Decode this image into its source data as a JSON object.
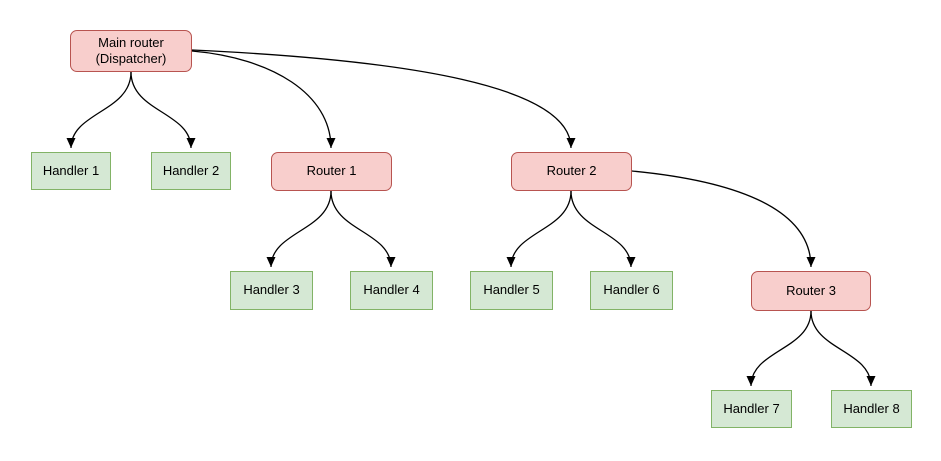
{
  "diagram": {
    "nodes": {
      "main": {
        "line1": "Main router",
        "line2": "(Dispatcher)",
        "kind": "router"
      },
      "router1": {
        "label": "Router 1",
        "kind": "router"
      },
      "router2": {
        "label": "Router 2",
        "kind": "router"
      },
      "router3": {
        "label": "Router 3",
        "kind": "router"
      },
      "handler1": {
        "label": "Handler 1",
        "kind": "handler"
      },
      "handler2": {
        "label": "Handler 2",
        "kind": "handler"
      },
      "handler3": {
        "label": "Handler 3",
        "kind": "handler"
      },
      "handler4": {
        "label": "Handler 4",
        "kind": "handler"
      },
      "handler5": {
        "label": "Handler 5",
        "kind": "handler"
      },
      "handler6": {
        "label": "Handler 6",
        "kind": "handler"
      },
      "handler7": {
        "label": "Handler 7",
        "kind": "handler"
      },
      "handler8": {
        "label": "Handler 8",
        "kind": "handler"
      }
    },
    "edges": [
      {
        "from": "main",
        "to": "handler1"
      },
      {
        "from": "main",
        "to": "handler2"
      },
      {
        "from": "main",
        "to": "router1"
      },
      {
        "from": "main",
        "to": "router2"
      },
      {
        "from": "router1",
        "to": "handler3"
      },
      {
        "from": "router1",
        "to": "handler4"
      },
      {
        "from": "router2",
        "to": "handler5"
      },
      {
        "from": "router2",
        "to": "handler6"
      },
      {
        "from": "router2",
        "to": "router3"
      },
      {
        "from": "router3",
        "to": "handler7"
      },
      {
        "from": "router3",
        "to": "handler8"
      }
    ]
  },
  "colors": {
    "router_fill": "#f8cecc",
    "router_border": "#b85450",
    "handler_fill": "#d5e8d4",
    "handler_border": "#82b366",
    "edge_color": "#000000",
    "text_color": "#000000",
    "background": "#ffffff"
  }
}
